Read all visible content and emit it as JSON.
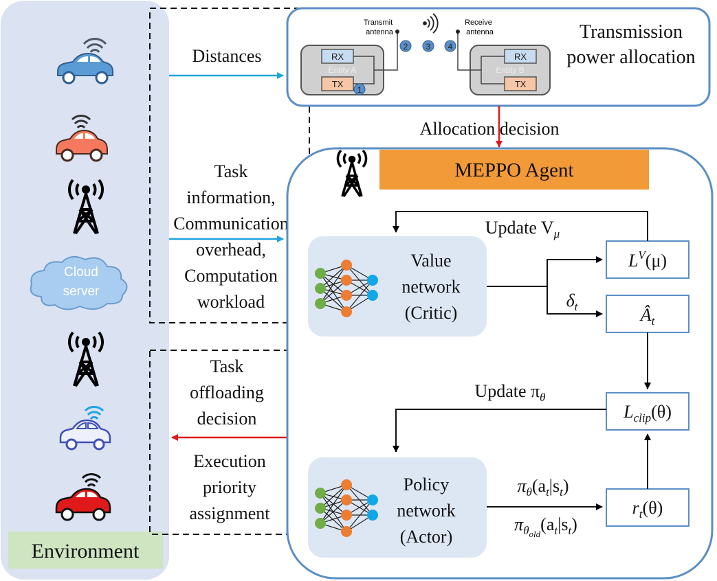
{
  "environment": {
    "label": "Environment",
    "cloud_server": [
      "Cloud",
      "server"
    ]
  },
  "inputs": {
    "distances": "Distances",
    "task_info": [
      "Task",
      "information,",
      "Communication",
      "overhead,",
      "Computation",
      "workload"
    ]
  },
  "outputs": {
    "offloading": [
      "Task",
      "offloading",
      "decision"
    ],
    "priority": [
      "Execution",
      "priority",
      "assignment"
    ]
  },
  "transmission": {
    "title": [
      "Transmission",
      "power allocation"
    ],
    "transmit_antenna": [
      "Transmit",
      "antenna"
    ],
    "receive_antenna": [
      "Receive",
      "antenna"
    ],
    "entity_a": "Entity A",
    "entity_b": "Entity B",
    "rx": "RX",
    "tx": "TX",
    "steps": [
      "1",
      "2",
      "3",
      "4"
    ]
  },
  "allocation_decision": "Allocation decision",
  "agent": {
    "title": "MEPPO Agent",
    "value_network": [
      "Value",
      "network",
      "(Critic)"
    ],
    "policy_network": [
      "Policy",
      "network",
      "(Actor)"
    ],
    "update_v": "Update V",
    "update_v_sub": "μ",
    "update_pi": "Update π",
    "update_pi_sub": "θ",
    "delta": "δ",
    "delta_sub": "t",
    "loss_v": {
      "main": "L",
      "sup": "V",
      "arg": "(μ)"
    },
    "advantage": {
      "main": "Â",
      "sub": "t"
    },
    "loss_clip": {
      "main": "L",
      "sub": "clip",
      "arg": "(θ)"
    },
    "ratio": {
      "main": "r",
      "sub": "t",
      "arg": "(θ)"
    },
    "pi_theta": {
      "main": "π",
      "sub": "θ",
      "arg": "(a",
      "arg_sub": "t",
      "arg2": "|s",
      "arg2_sub": "t",
      "arg3": ")"
    },
    "pi_old": {
      "main": "π",
      "sub": "θ",
      "subsub": "old",
      "arg": "(a",
      "arg_sub": "t",
      "arg2": "|s",
      "arg2_sub": "t",
      "arg3": ")"
    }
  },
  "colors": {
    "env_panel": "#dbe2f2",
    "env_label_bg": "#cfe5c2",
    "agent_border": "#5b8ec6",
    "agent_title_bg": "#f39a38",
    "network_bg": "#dde7f4",
    "arrow_blue": "#1fa4e0",
    "arrow_red": "#e0191b",
    "node_green": "#70ad47",
    "node_orange": "#ed7d31",
    "node_blue": "#10a7e8"
  }
}
